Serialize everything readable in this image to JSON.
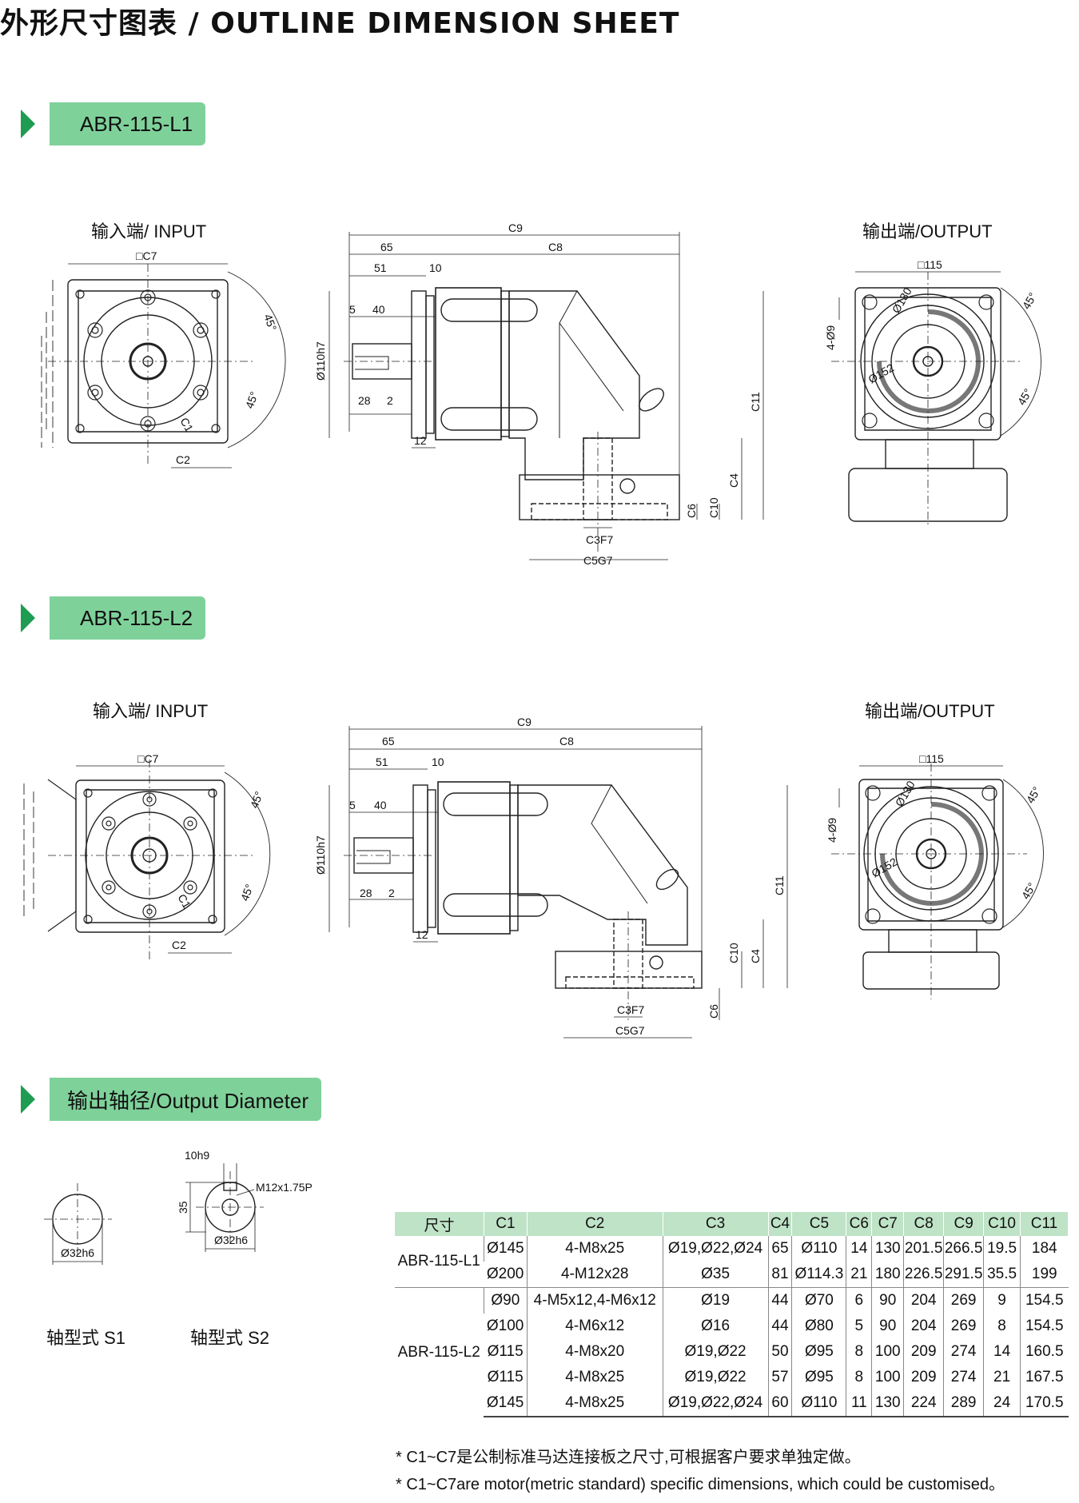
{
  "page_title": "外形尺寸图表 / OUTLINE DIMENSION SHEET",
  "sections": {
    "l1": {
      "banner": "ABR-115-L1",
      "input_label": "输入端/ INPUT",
      "output_label": "输出端/OUTPUT",
      "input_dims": [
        "□C7",
        "C1",
        "C2",
        "45°",
        "45°"
      ],
      "side_dims": [
        "C9",
        "C8",
        "65",
        "51",
        "10",
        "5",
        "40",
        "Ø110h7",
        "28",
        "2",
        "12",
        "C11",
        "C4",
        "C10",
        "C6",
        "C3F7",
        "C5G7"
      ],
      "output_dims": [
        "□115",
        "Ø130",
        "Ø152",
        "4-Ø9",
        "45°",
        "45°"
      ]
    },
    "l2": {
      "banner": "ABR-115-L2",
      "input_label": "输入端/ INPUT",
      "output_label": "输出端/OUTPUT",
      "input_dims": [
        "□C7",
        "C1",
        "C2",
        "45°",
        "45°"
      ],
      "side_dims": [
        "C9",
        "C8",
        "65",
        "51",
        "10",
        "5",
        "40",
        "Ø110h7",
        "28",
        "2",
        "12",
        "C11",
        "C4",
        "C10",
        "C6",
        "C3F7",
        "C5G7"
      ],
      "output_dims": [
        "□115",
        "Ø130",
        "Ø152",
        "4-Ø9",
        "45°",
        "45°"
      ]
    },
    "shaft": {
      "banner": "输出轴径/Output Diameter",
      "s1_dims": [
        "Ø32h6"
      ],
      "s2_dims": [
        "10h9",
        "M12x1.75P",
        "35",
        "Ø32h6"
      ],
      "s1_label": "轴型式 S1",
      "s2_label": "轴型式 S2"
    }
  },
  "table": {
    "headers": [
      "尺寸",
      "C1",
      "C2",
      "C3",
      "C4",
      "C5",
      "C6",
      "C7",
      "C8",
      "C9",
      "C10",
      "C11"
    ],
    "groups": [
      {
        "model": "ABR-115-L1",
        "rows": [
          [
            "Ø145",
            "4-M8x25",
            "Ø19,Ø22,Ø24",
            "65",
            "Ø110",
            "14",
            "130",
            "201.5",
            "266.5",
            "19.5",
            "184"
          ],
          [
            "Ø200",
            "4-M12x28",
            "Ø35",
            "81",
            "Ø114.3",
            "21",
            "180",
            "226.5",
            "291.5",
            "35.5",
            "199"
          ]
        ]
      },
      {
        "model": "ABR-115-L2",
        "rows": [
          [
            "Ø90",
            "4-M5x12,4-M6x12",
            "Ø19",
            "44",
            "Ø70",
            "6",
            "90",
            "204",
            "269",
            "9",
            "154.5"
          ],
          [
            "Ø100",
            "4-M6x12",
            "Ø16",
            "44",
            "Ø80",
            "5",
            "90",
            "204",
            "269",
            "8",
            "154.5"
          ],
          [
            "Ø115",
            "4-M8x20",
            "Ø19,Ø22",
            "50",
            "Ø95",
            "8",
            "100",
            "209",
            "274",
            "14",
            "160.5"
          ],
          [
            "Ø115",
            "4-M8x25",
            "Ø19,Ø22",
            "57",
            "Ø95",
            "8",
            "100",
            "209",
            "274",
            "21",
            "167.5"
          ],
          [
            "Ø145",
            "4-M8x25",
            "Ø19,Ø22,Ø24",
            "60",
            "Ø110",
            "11",
            "130",
            "224",
            "289",
            "24",
            "170.5"
          ]
        ]
      }
    ]
  },
  "notes": [
    "* C1~C7是公制标准马达连接板之尺寸,可根据客户要求单独定做。",
    "* C1~C7are motor(metric standard)  specific dimensions, which could be customised。"
  ],
  "colors": {
    "banner_bg": "#7fd19a",
    "banner_arrow": "#1e9c52",
    "table_header_bg": "#bfe3c7"
  }
}
